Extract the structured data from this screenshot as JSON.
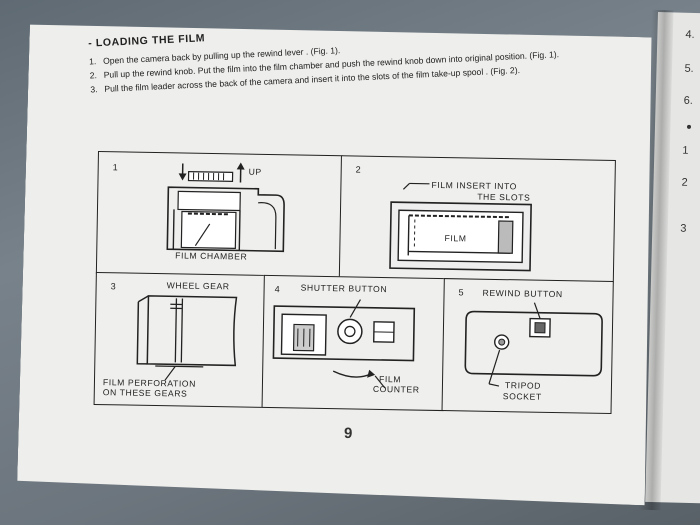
{
  "heading": "- LOADING THE FILM",
  "steps": [
    {
      "num": "1.",
      "text": "Open the camera back by pulling up the rewind lever . (Fig. 1)."
    },
    {
      "num": "2.",
      "text": "Pull up the rewind knob. Put the film into the film chamber and push the rewind knob down into original position. (Fig. 1)."
    },
    {
      "num": "3.",
      "text": "Pull the film leader across the back of the camera and insert it into the slots of the film take-up spool . (Fig. 2)."
    }
  ],
  "figures": {
    "fig1": {
      "num": "1",
      "up": "UP",
      "label": "FILM CHAMBER"
    },
    "fig2": {
      "num": "2",
      "label_line1": "FILM INSERT INTO",
      "label_line2": "THE SLOTS",
      "film": "FILM"
    },
    "fig3": {
      "num": "3",
      "label": "WHEEL GEAR",
      "caption_line1": "FILM PERFORATION",
      "caption_line2": "ON THESE GEARS"
    },
    "fig4": {
      "num": "4",
      "label": "SHUTTER BUTTON",
      "counter_line1": "FILM",
      "counter_line2": "COUNTER"
    },
    "fig5": {
      "num": "5",
      "label": "REWIND BUTTON",
      "socket_line1": "TRIPOD",
      "socket_line2": "SOCKET"
    }
  },
  "page_number": "9",
  "right_page_numbers": [
    "4.",
    "5.",
    "6.",
    "1",
    "2",
    "3"
  ]
}
